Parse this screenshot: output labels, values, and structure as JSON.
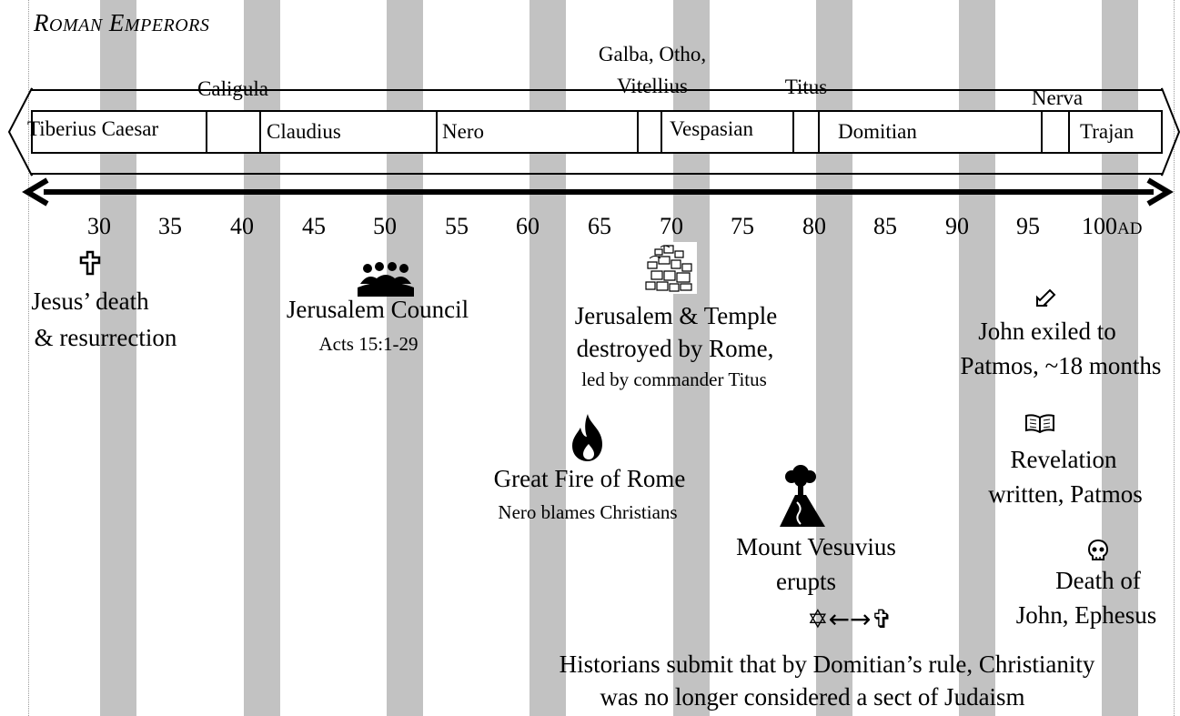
{
  "title": {
    "first_cap": "R",
    "first_rest": "OMAN",
    "second_cap": "E",
    "second_rest": "MPERORS"
  },
  "emperors": [
    {
      "name": "Tiberius Caesar"
    },
    {
      "name": "Caligula"
    },
    {
      "name": "Claudius"
    },
    {
      "name": "Nero"
    },
    {
      "name": "Galba, Otho,"
    },
    {
      "name": "Vitellius"
    },
    {
      "name": "Vespasian"
    },
    {
      "name": "Titus"
    },
    {
      "name": "Domitian"
    },
    {
      "name": "Nerva"
    },
    {
      "name": "Trajan"
    }
  ],
  "axis": {
    "ticks": [
      "30",
      "35",
      "40",
      "45",
      "50",
      "55",
      "60",
      "65",
      "70",
      "75",
      "80",
      "85",
      "90",
      "95"
    ],
    "last_tick": "100",
    "last_suffix": "AD"
  },
  "events": {
    "jesus": {
      "line1": "Jesus’ death",
      "line2": "& resurrection",
      "icon": "cross-icon"
    },
    "council": {
      "line1": "Jerusalem Council",
      "line2": "Acts 15:1-29",
      "icon": "people-icon"
    },
    "temple": {
      "line1": "Jerusalem & Temple",
      "line2": "destroyed by Rome,",
      "line3": "led by commander Titus",
      "icon": "rubble-icon"
    },
    "fire": {
      "line1": "Great Fire of Rome",
      "line2": "Nero blames Christians",
      "icon": "fire-icon"
    },
    "vesuvius": {
      "line1": "Mount Vesuvius",
      "line2": "erupts",
      "icon": "volcano-icon"
    },
    "exile": {
      "line1": "John exiled to",
      "line2": "Patmos, ~18 months",
      "icon": "arrow-icon"
    },
    "revelation": {
      "line1": "Revelation",
      "line2": "written, Patmos",
      "icon": "book-icon"
    },
    "death_john": {
      "line1": "Death of",
      "line2": "John, Ephesus",
      "icon": "skull-icon"
    },
    "historians": {
      "symbols": "✡←→✞",
      "line1": "Historians submit that by Domitian’s rule, Christianity",
      "line2": "was no longer considered a sect of Judaism",
      "icon": "star-of-david-icon"
    }
  },
  "colors": {
    "band": "#c2c2c2",
    "ink": "#000000"
  }
}
